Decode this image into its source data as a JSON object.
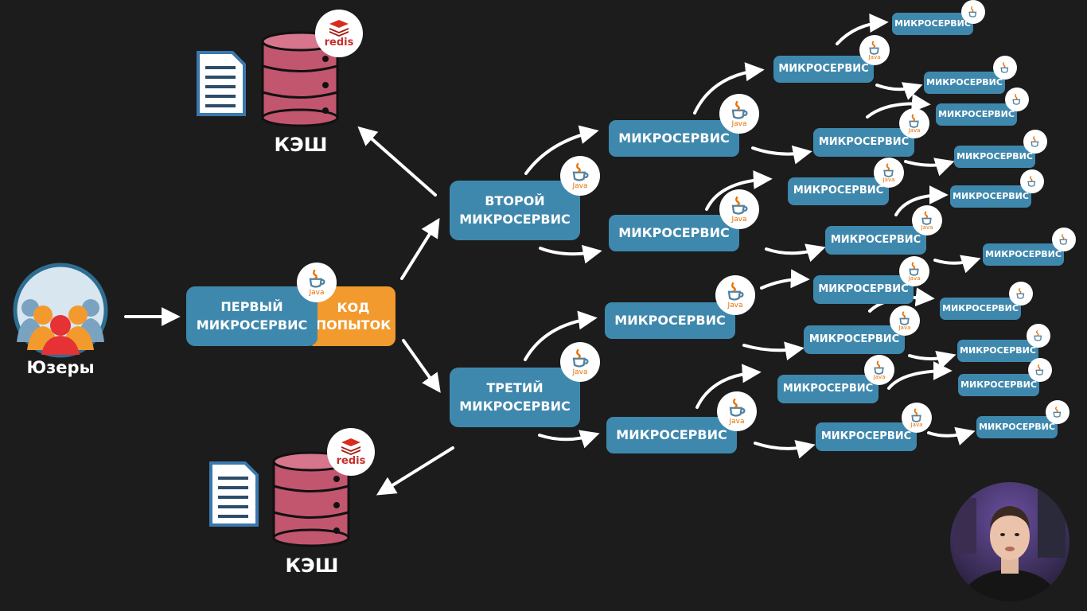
{
  "diagram": {
    "users_label": "Юзеры",
    "first_service": "ПЕРВЫЙ\nМИКРОСЕРВИС",
    "retry_code": "КОД\nПОПЫТОК",
    "second_service": "ВТОРОЙ\nМИКРОСЕРВИС",
    "third_service": "ТРЕТИЙ\nМИКРОСЕРВИС",
    "cache_top_label": "КЭШ",
    "cache_bottom_label": "КЭШ",
    "redis_text": "redis",
    "java_text": "Java",
    "microservice_label": "МИКРОСЕРВИС"
  },
  "colors": {
    "background": "#1c1c1c",
    "service": "#3f88ad",
    "retry": "#f29a2e",
    "database": "#c2566f",
    "arrow": "#ffffff",
    "java": "#e76f00",
    "redis": "#c6302b"
  },
  "icons": [
    "users-icon",
    "document-icon",
    "database-icon",
    "redis-icon",
    "java-icon",
    "webcam-overlay"
  ]
}
